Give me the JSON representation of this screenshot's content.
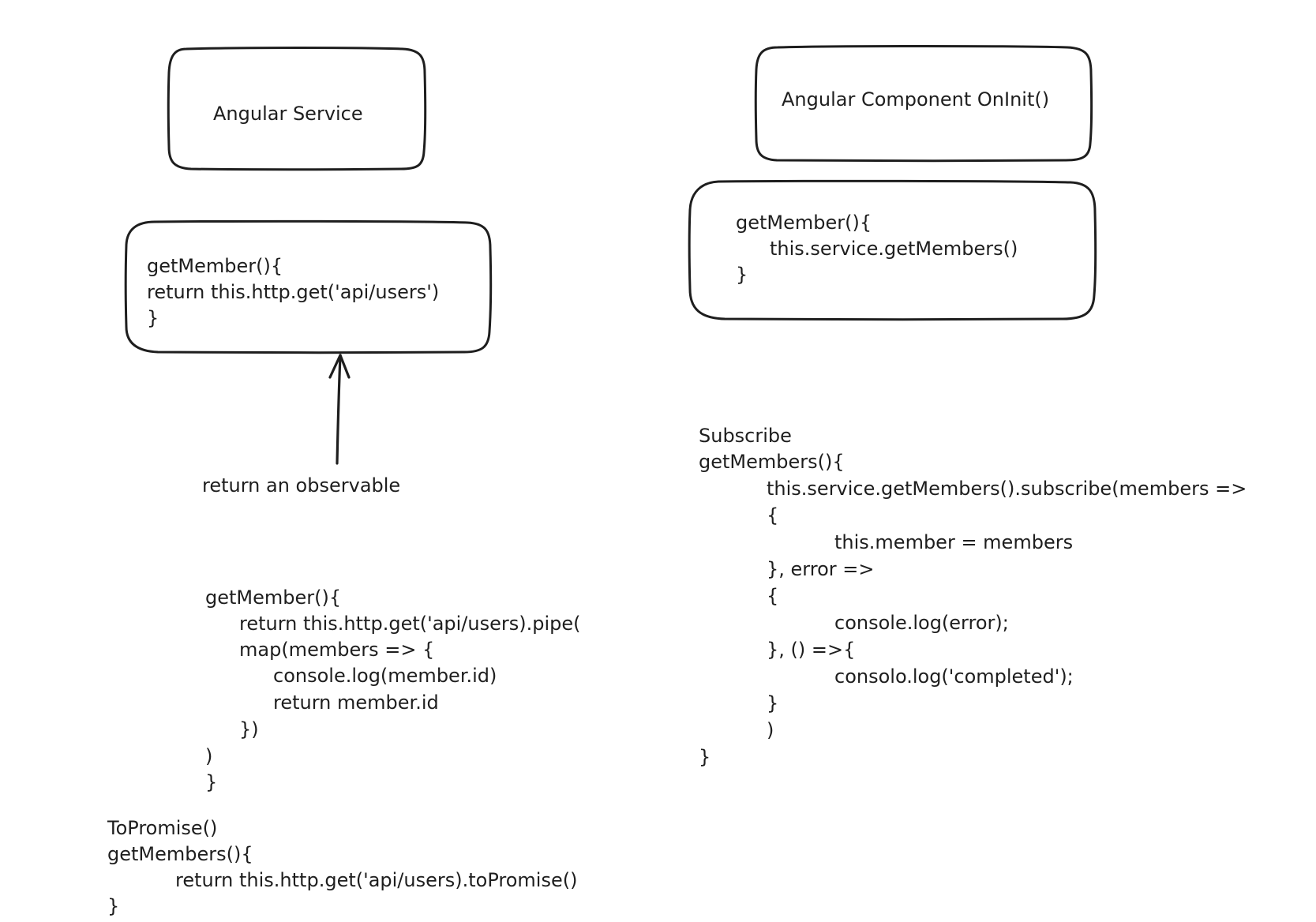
{
  "colors": {
    "background": "#ffffff",
    "ink": "#1e1e1e"
  },
  "service_box": {
    "label": "Angular Service"
  },
  "component_box": {
    "label": "Angular Component OnInit()"
  },
  "service_code_box": {
    "lines": [
      "getMember(){",
      "return this.http.get('api/users')",
      "}"
    ]
  },
  "component_code_box": {
    "lines": [
      "getMember(){",
      "this.service.getMembers()",
      "}"
    ]
  },
  "arrow": {
    "label": "return an observable"
  },
  "pipe_example": {
    "lines": [
      "getMember(){",
      "return this.http.get('api/users).pipe(",
      "map(members => {",
      "console.log(member.id)",
      "return member.id",
      "})",
      ")",
      "}"
    ]
  },
  "subscribe_example": {
    "heading": "Subscribe",
    "lines": [
      "getMembers(){",
      "this.service.getMembers().subscribe(members =>",
      "{",
      "this.member = members",
      "}, error =>",
      "{",
      "console.log(error);",
      "}, () =>{",
      "consolo.log('completed');",
      "}",
      ")",
      "}"
    ]
  },
  "promise_example": {
    "heading": "ToPromise()",
    "lines": [
      "getMembers(){",
      "return this.http.get('api/users).toPromise()",
      "}"
    ]
  }
}
